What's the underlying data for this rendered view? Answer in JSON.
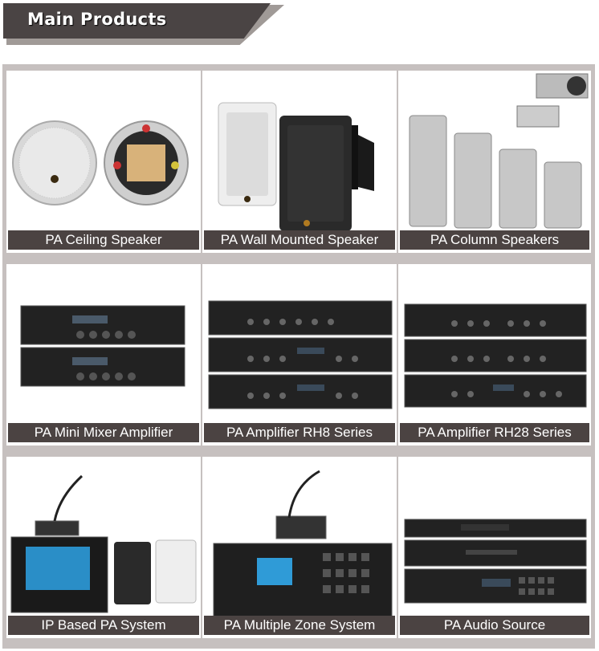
{
  "header": {
    "title": "Main Products"
  },
  "products": [
    {
      "label": "PA Ceiling Speaker"
    },
    {
      "label": "PA Wall Mounted Speaker"
    },
    {
      "label": "PA Column Speakers"
    },
    {
      "label": "PA Mini Mixer Amplifier"
    },
    {
      "label": "PA Amplifier RH8 Series"
    },
    {
      "label": "PA Amplifier RH28 Series"
    },
    {
      "label": "IP Based PA System"
    },
    {
      "label": "PA Multiple Zone System"
    },
    {
      "label": "PA Audio Source"
    }
  ]
}
